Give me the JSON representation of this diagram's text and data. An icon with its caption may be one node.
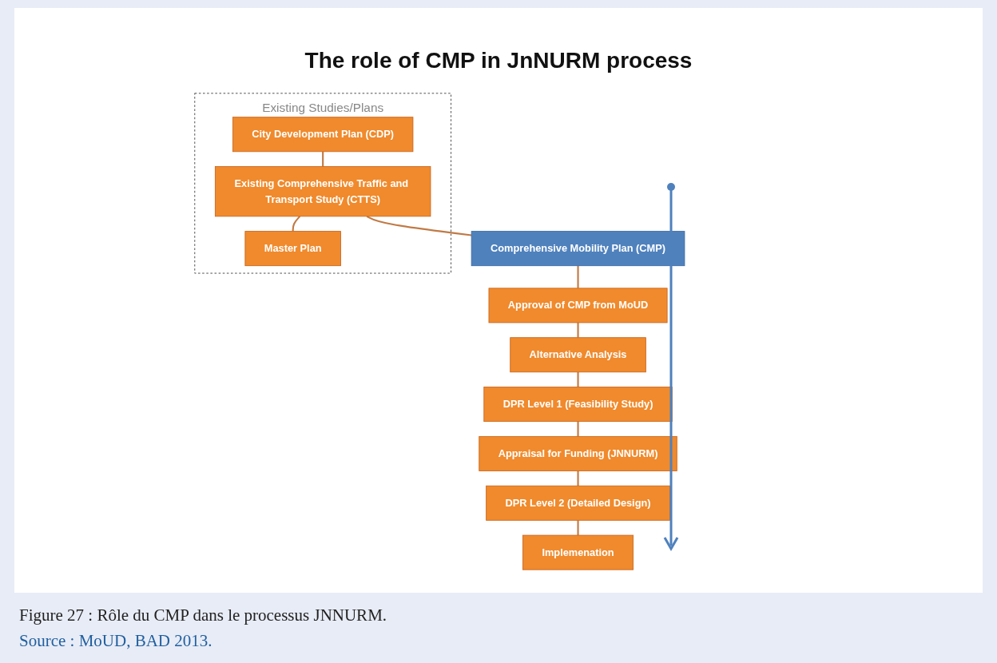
{
  "diagram": {
    "title": "The role of CMP in JnNURM process",
    "caption": "Figure 27 : Rôle du CMP dans le processus JNNURM.",
    "nodes": [
      {
        "text": [
          "Existing Studies/Plans"
        ]
      },
      {
        "text": [
          "City Development Plan (CDP)"
        ],
        "in": 0
      },
      {
        "text": [
          "Existing Comprehensive Traffic and Transport Study (CTTS)"
        ],
        "in": 0
      },
      {
        "text": [
          "Master Plan"
        ],
        "in": 0
      },
      {
        "text": [
          "Comprehensive Mobility Plan (CMP)"
        ]
      },
      {
        "text": [
          "Approval of CMP from MoUD"
        ]
      },
      {
        "text": [
          "Alternative Analysis"
        ]
      },
      {
        "text": [
          "DPR Level 1 (Feasibility Study)"
        ]
      },
      {
        "text": [
          "Appraisal for Funding (JNNURM)"
        ]
      },
      {
        "text": [
          "DPR Level 2 (Detailed Design)"
        ]
      },
      {
        "text": [
          "Implemenation"
        ]
      }
    ],
    "edges": [
      {
        "from": 1,
        "to": 2,
        "arrow": "none"
      },
      {
        "from": 2,
        "to": 3,
        "arrow": "none"
      },
      {
        "from": 2,
        "to": 4,
        "arrow": "none"
      },
      {
        "from": 4,
        "to": 5,
        "arrow": "none"
      },
      {
        "from": 5,
        "to": 6,
        "arrow": "none"
      },
      {
        "from": 6,
        "to": 7,
        "arrow": "none"
      },
      {
        "from": 7,
        "to": 8,
        "arrow": "none"
      },
      {
        "from": 8,
        "to": 9,
        "arrow": "none"
      },
      {
        "from": 9,
        "to": 10,
        "arrow": "none"
      }
    ],
    "labels": [
      "Source : MoUD, BAD 2013."
    ]
  }
}
